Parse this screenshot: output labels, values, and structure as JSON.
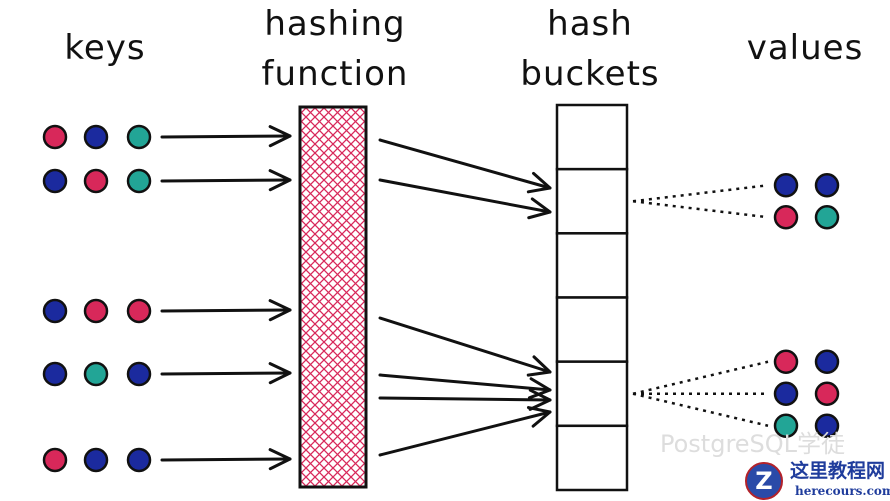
{
  "labels": {
    "keys": "keys",
    "hashing_function": [
      "hashing",
      "function"
    ],
    "hash_buckets": [
      "hash",
      "buckets"
    ],
    "values": "values"
  },
  "colors": {
    "red": "#d8285a",
    "blue": "#1b2a9e",
    "teal": "#22a596",
    "hatch": "#d8285a"
  },
  "keys": [
    [
      "red",
      "blue",
      "teal"
    ],
    [
      "blue",
      "red",
      "teal"
    ],
    [
      "blue",
      "red",
      "red"
    ],
    [
      "blue",
      "teal",
      "blue"
    ],
    [
      "red",
      "blue",
      "blue"
    ]
  ],
  "bucket_count": 6,
  "value_groups": [
    {
      "bucket": 1,
      "rows": [
        [
          "blue",
          "blue"
        ],
        [
          "red",
          "teal"
        ]
      ]
    },
    {
      "bucket": 4,
      "rows": [
        [
          "red",
          "blue"
        ],
        [
          "blue",
          "red"
        ],
        [
          "teal",
          "blue"
        ]
      ]
    }
  ],
  "watermark": {
    "text": "PostgreSQL学徒",
    "site_name": "这里教程网",
    "site_url": "herecours.com",
    "logo_letter": "Z"
  }
}
